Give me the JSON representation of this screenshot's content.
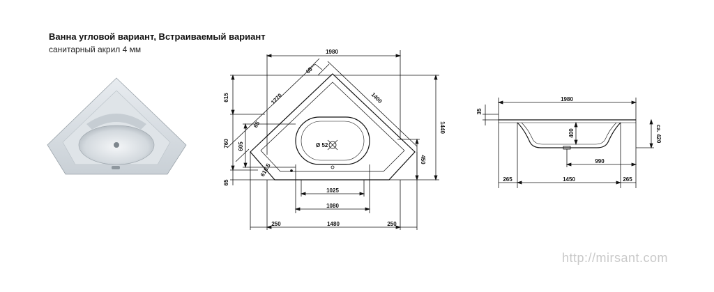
{
  "header": {
    "title": "Ванна угловой вариант, Встраиваемый вариант",
    "subtitle": "санитарный акрил 4 мм"
  },
  "top_view": {
    "dim_total_width": "1980",
    "dim_corner_cut": "65",
    "dim_diag_left": "1270",
    "dim_diag_right": "1400",
    "dim_left_top": "615",
    "dim_left_mid": "760",
    "dim_left_bottom": "65",
    "dim_inner_height": "605",
    "dim_small_cut": "65",
    "dim_drain_offset": "616.5",
    "dim_right_height": "1440",
    "dim_right_mid": "450",
    "dim_inner_width": "1025",
    "dim_inner_width2": "1080",
    "dim_bottom_left": "250",
    "dim_bottom_mid": "1480",
    "dim_bottom_right": "250",
    "drain_label": "Ø 52"
  },
  "side_view": {
    "dim_width": "1980",
    "dim_rim": "35",
    "dim_depth": "400",
    "dim_height": "ca. 420",
    "dim_drain": "990",
    "dim_left": "265",
    "dim_mid": "1450",
    "dim_right": "265"
  },
  "watermark": "http://mirsant.com"
}
